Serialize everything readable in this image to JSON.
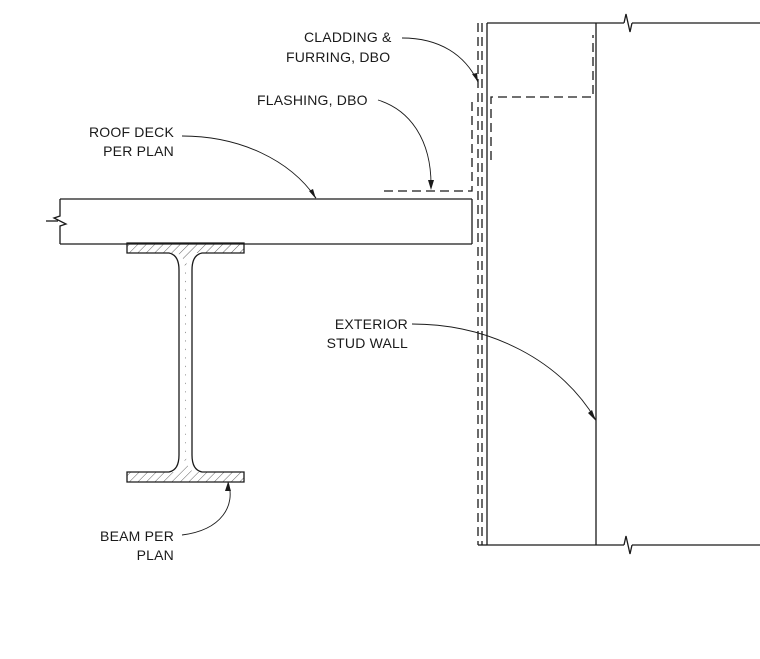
{
  "labels": {
    "cladding_line1": "CLADDING &",
    "cladding_line2": "FURRING, DBO",
    "flashing": "FLASHING, DBO",
    "roof_deck_line1": "ROOF DECK",
    "roof_deck_line2": "PER PLAN",
    "exterior_line1": "EXTERIOR",
    "exterior_line2": "STUD WALL",
    "beam_line1": "BEAM PER",
    "beam_line2": "PLAN"
  },
  "colors": {
    "linework": "#1a1a1a",
    "background": "#ffffff"
  }
}
